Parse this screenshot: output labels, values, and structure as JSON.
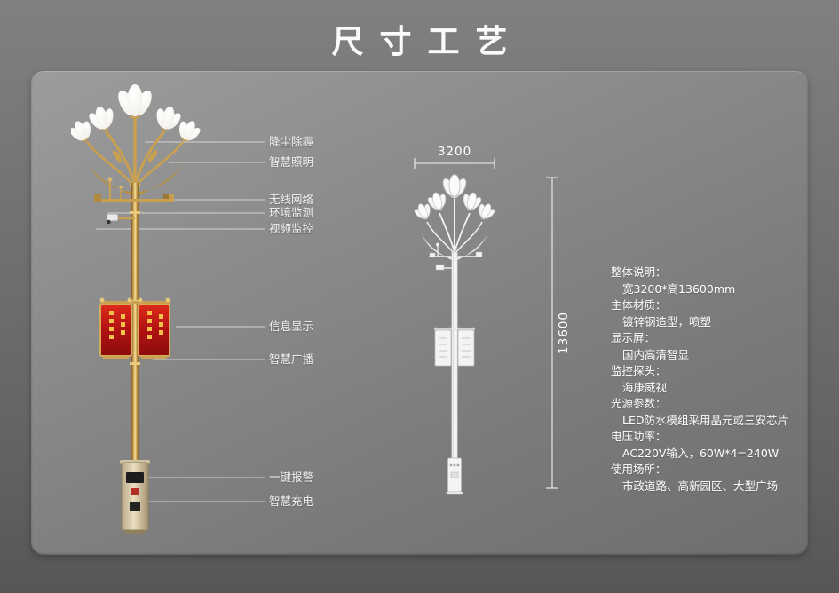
{
  "header": {
    "title": "尺寸工艺"
  },
  "callouts": [
    {
      "label": "降尘除霾"
    },
    {
      "label": "智慧照明"
    },
    {
      "label": "无线网络"
    },
    {
      "label": "环境监测"
    },
    {
      "label": "视频监控"
    },
    {
      "label": "信息显示"
    },
    {
      "label": "智慧广播"
    },
    {
      "label": "一键报警"
    },
    {
      "label": "智慧充电"
    }
  ],
  "dimensions": {
    "width": "3200",
    "height": "13600"
  },
  "specs": [
    {
      "heading": "整体说明：",
      "value": "宽3200*高13600mm"
    },
    {
      "heading": "主体材质：",
      "value": "镀锌钢造型，喷塑"
    },
    {
      "heading": "显示屏：",
      "value": "国内高清智显"
    },
    {
      "heading": "监控探头：",
      "value": "海康威视"
    },
    {
      "heading": "光源参数：",
      "value": "LED防水模组采用晶元或三安芯片"
    },
    {
      "heading": "电压功率：",
      "value": "AC220V输入，60W*4=240W"
    },
    {
      "heading": "使用场所：",
      "value": "市政道路、高新园区、大型广场"
    }
  ],
  "colors": {
    "gold": "#c9a050",
    "screen_red": "#b01212",
    "panel_gray": "#8d8d8d",
    "text_white": "#ffffff"
  }
}
